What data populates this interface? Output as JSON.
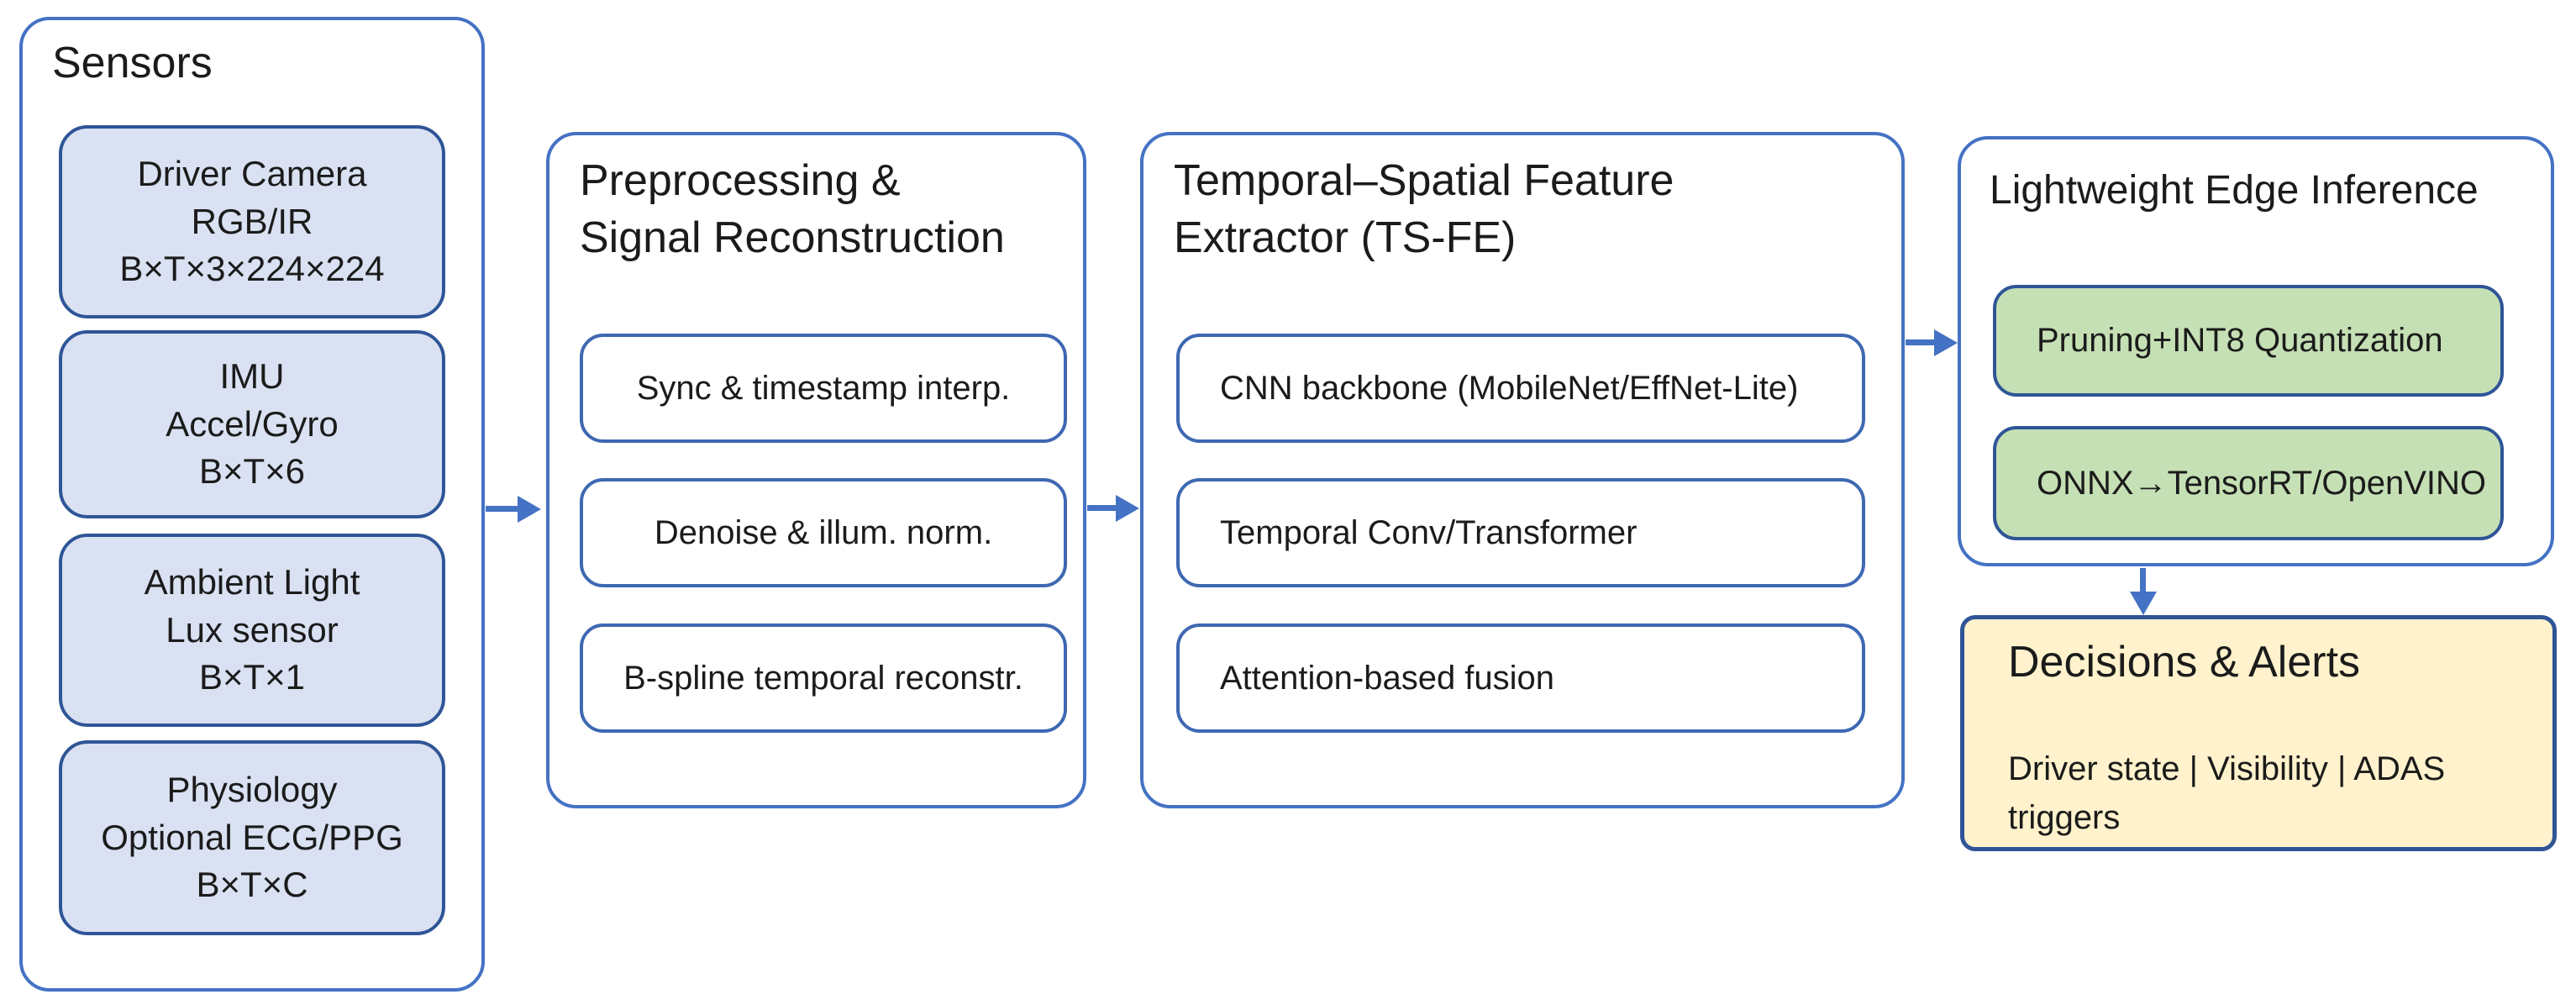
{
  "diagram": {
    "sensors": {
      "title": "Sensors",
      "boxes": [
        {
          "lines": [
            "Driver Camera",
            "RGB/IR",
            "B×T×3×224×224"
          ]
        },
        {
          "lines": [
            "IMU",
            "Accel/Gyro",
            "B×T×6"
          ]
        },
        {
          "lines": [
            "Ambient Light",
            "Lux sensor",
            "B×T×1"
          ]
        },
        {
          "lines": [
            "Physiology",
            "Optional ECG/PPG",
            "B×T×C"
          ]
        }
      ]
    },
    "preprocessing": {
      "title_lines": [
        "Preprocessing &",
        "Signal Reconstruction"
      ],
      "steps": [
        "Sync & timestamp interp.",
        "Denoise & illum. norm.",
        "B-spline temporal reconstr."
      ]
    },
    "tsfe": {
      "title_lines": [
        "Temporal–Spatial Feature",
        "Extractor (TS-FE)"
      ],
      "steps": [
        "CNN backbone (MobileNet/EffNet-Lite)",
        "Temporal Conv/Transformer",
        "Attention-based fusion"
      ]
    },
    "edge": {
      "title": "Lightweight Edge Inference",
      "steps": [
        "Pruning+INT8 Quantization",
        "ONNX→TensorRT/OpenVINO"
      ]
    },
    "decisions": {
      "title": "Decisions & Alerts",
      "body_lines": [
        "Driver state | Visibility | ADAS",
        "triggers"
      ]
    },
    "colors": {
      "panel_border": "#4472C4",
      "filled_box_border": "#2F5597",
      "sensor_fill": "#D9E1F2",
      "green_fill": "#C5E0B4",
      "yellow_fill": "#FFF2CC",
      "arrow": "#4472C4",
      "text": "#1B1B1B",
      "background": "#FFFFFF"
    }
  }
}
